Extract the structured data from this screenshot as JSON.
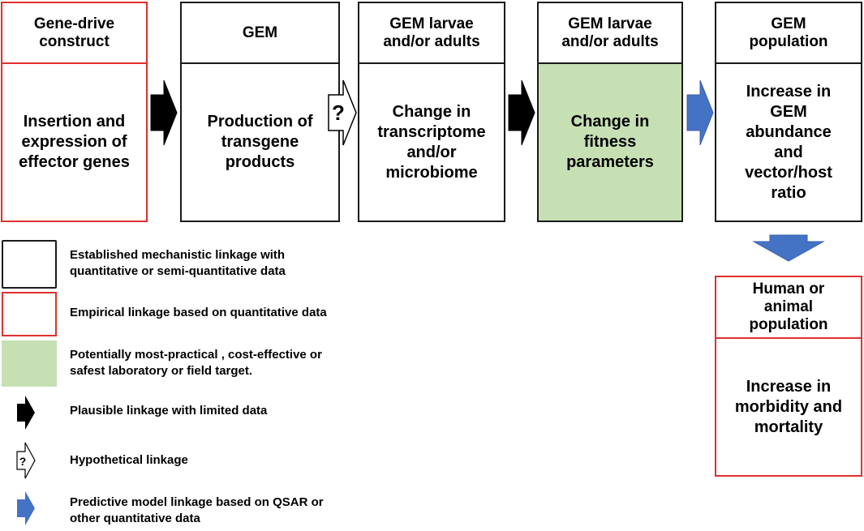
{
  "boxes": {
    "gene_drive": {
      "header": "Gene-drive\nconstruct",
      "body": "Insertion and\nexpression of\neffector genes"
    },
    "gem": {
      "header": "GEM",
      "body": "Production of\ntransgene\nproducts"
    },
    "gem_larvae_1": {
      "header": "GEM larvae\nand/or adults",
      "body": "Change in\ntranscriptome\nand/or\nmicrobiome"
    },
    "gem_larvae_2": {
      "header": "GEM larvae\nand/or adults",
      "body": "Change in\nfitness\nparameters"
    },
    "gem_population": {
      "header": "GEM\npopulation",
      "body": "Increase in\nGEM\nabundance\nand\nvector/host\nratio"
    },
    "human_animal": {
      "header": "Human or\nanimal\npopulation",
      "body": "Increase in\nmorbidity and\nmortality"
    }
  },
  "arrow_symbols": {
    "question_mark": "?"
  },
  "legend": [
    {
      "kind": "black-box",
      "text": "Established mechanistic linkage with\nquantitative or semi-quantitative data"
    },
    {
      "kind": "red-box",
      "text": "Empirical linkage based on quantitative data"
    },
    {
      "kind": "green-box",
      "text": "Potentially most-practical , cost-effective or\nsafest laboratory or field target."
    },
    {
      "kind": "black-arrow",
      "text": "Plausible linkage with limited data"
    },
    {
      "kind": "hollow-arrow",
      "text": "Hypothetical linkage",
      "symbol": "?"
    },
    {
      "kind": "blue-arrow",
      "text": "Predictive model linkage based on QSAR or\nother quantitative data"
    }
  ],
  "colors": {
    "black_border": "#1a1a1a",
    "red_border": "#e0302f",
    "green_fill": "#c6e0b4",
    "blue_arrow": "#4472c4"
  }
}
